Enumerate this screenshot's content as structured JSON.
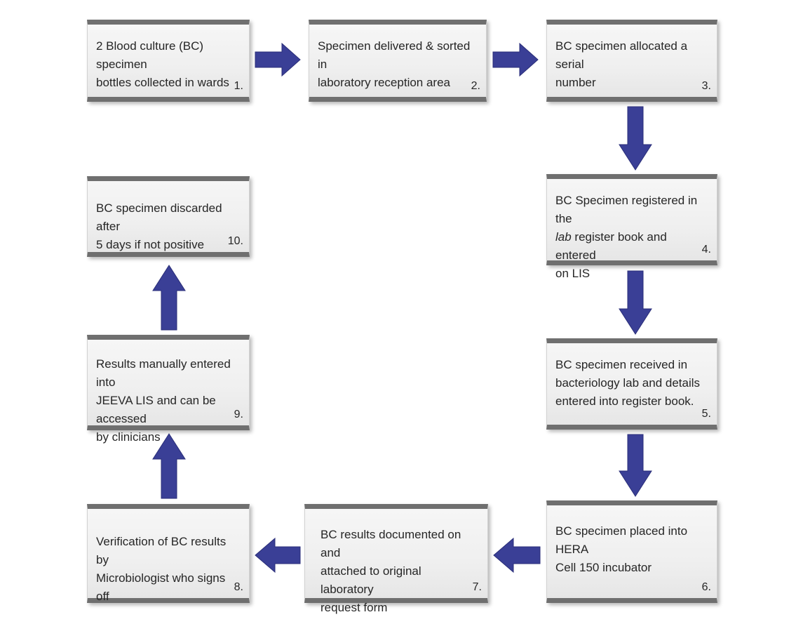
{
  "steps": [
    {
      "text": "2 Blood culture (BC) specimen\nbottles collected in wards",
      "number": "1."
    },
    {
      "text": "Specimen delivered & sorted in\nlaboratory reception area",
      "number": "2."
    },
    {
      "text": "BC specimen allocated a serial\nnumber",
      "number": "3."
    },
    {
      "text_before": "BC Specimen registered in the\n",
      "text_italic": "lab",
      "text_after": " register book and entered\non LIS",
      "number": "4."
    },
    {
      "text": "BC specimen received in\nbacteriology lab and details\nentered into register book.",
      "number": "5."
    },
    {
      "text": "BC specimen placed into HERA\nCell 150 incubator",
      "number": "6."
    },
    {
      "text": "BC results documented on and\nattached to original laboratory\nrequest form",
      "number": "7."
    },
    {
      "text": "Verification of BC results by\nMicrobiologist who signs off",
      "number": "8."
    },
    {
      "text": "Results manually entered into\nJEEVA LIS and can be accessed\n by clinicians",
      "number": "9."
    },
    {
      "text": "BC specimen discarded after\n5 days if not positive",
      "number": "10."
    }
  ],
  "arrows": [
    {
      "from": "1.",
      "to": "2.",
      "direction": "right"
    },
    {
      "from": "2.",
      "to": "3.",
      "direction": "right"
    },
    {
      "from": "3.",
      "to": "4.",
      "direction": "down"
    },
    {
      "from": "4.",
      "to": "5.",
      "direction": "down"
    },
    {
      "from": "5.",
      "to": "6.",
      "direction": "down"
    },
    {
      "from": "6.",
      "to": "7.",
      "direction": "left"
    },
    {
      "from": "7.",
      "to": "8.",
      "direction": "left"
    },
    {
      "from": "8.",
      "to": "9.",
      "direction": "up"
    },
    {
      "from": "9.",
      "to": "10.",
      "direction": "up"
    }
  ],
  "colors": {
    "arrow": "#3a3f96",
    "box_border": "#6f6f6f",
    "box_fill": "#f2f2f2"
  }
}
